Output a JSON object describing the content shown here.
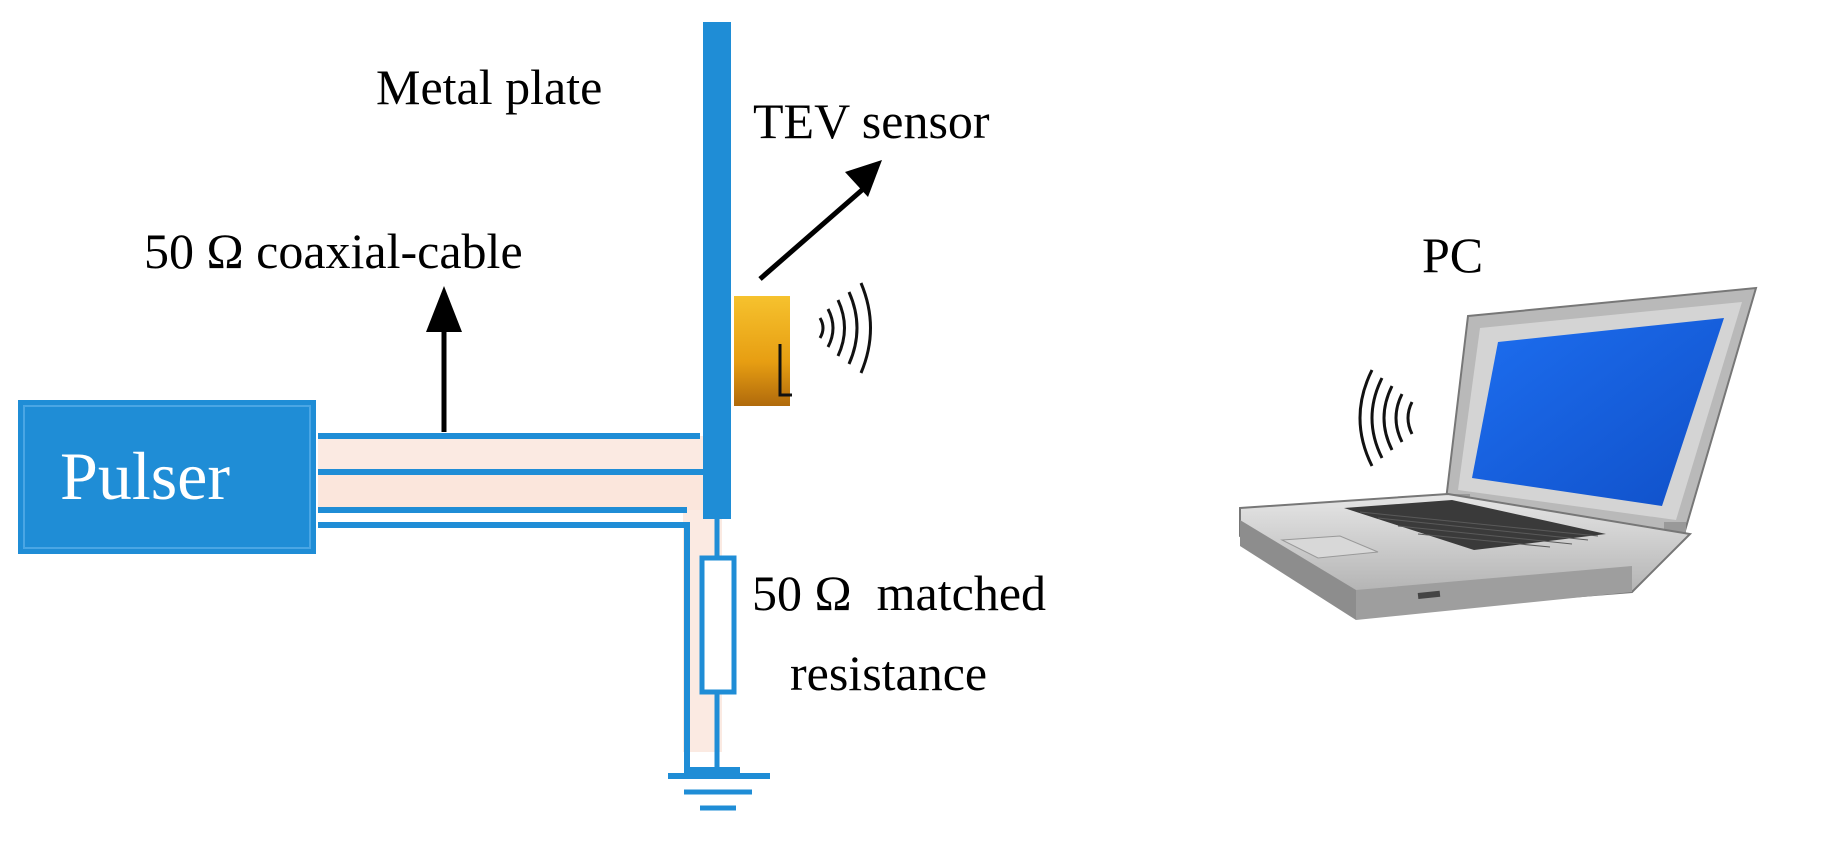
{
  "labels": {
    "metal_plate": "Metal plate",
    "tev_sensor": "TEV sensor",
    "coaxial_cable": "50 Ω coaxial-cable",
    "pulser": "Pulser",
    "pc": "PC",
    "resistance_line1": "50 Ω  matched",
    "resistance_line2": "resistance"
  },
  "colors": {
    "blue": "#1f8dd6",
    "cable_fill": "#fbeae2",
    "sensor_gold": "#f2b01e",
    "sensor_dark": "#b06a0c",
    "laptop_screen": "#1565e8",
    "laptop_body": "#c8c8c8",
    "keyboard": "#3a3a3a"
  },
  "icons": [
    "tev-sensor-device",
    "wireless-wave-icon",
    "laptop-icon",
    "ground-symbol",
    "resistor-symbol",
    "arrow-icon"
  ]
}
